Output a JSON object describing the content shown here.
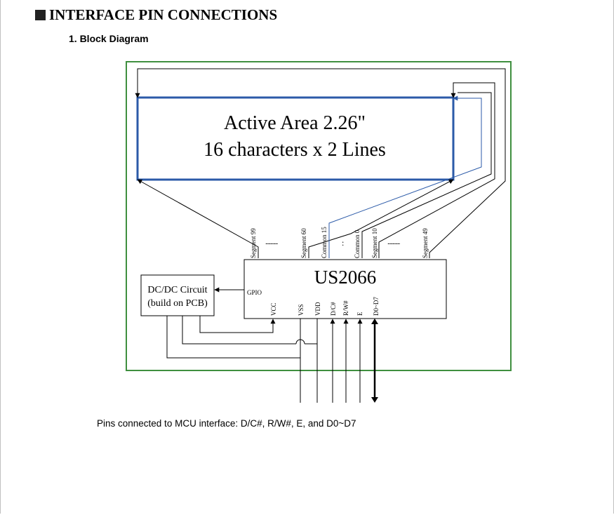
{
  "section": {
    "title": "INTERFACE PIN CONNECTIONS",
    "subtitle": "1. Block Diagram"
  },
  "diagram": {
    "display": {
      "line1": "Active Area 2.26\"",
      "line2": "16 characters x 2 Lines"
    },
    "chip": {
      "name": "US2066",
      "gpio_label": "GPIO",
      "top_pins": [
        "Segment 99",
        "Segment 60",
        "Common 15",
        "Common 0",
        "Segment 10",
        "Segment 49"
      ],
      "bottom_pins": [
        "VCC",
        "VSS",
        "VDD",
        "D/C#",
        "R/W#",
        "E",
        "D0~D7"
      ],
      "dots_left": "..........",
      "dots_middle": ":",
      "dots_right": ".........."
    },
    "dcdc": {
      "line1": "DC/DC Circuit",
      "line2": "(build on PCB)"
    },
    "colors": {
      "board_border": "#3f8f3f",
      "display_border": "#2b5aa8",
      "common_line": "#2b5aa8",
      "line": "#000000"
    }
  },
  "caption": "Pins connected to MCU interface: D/C#, R/W#, E, and D0~D7"
}
